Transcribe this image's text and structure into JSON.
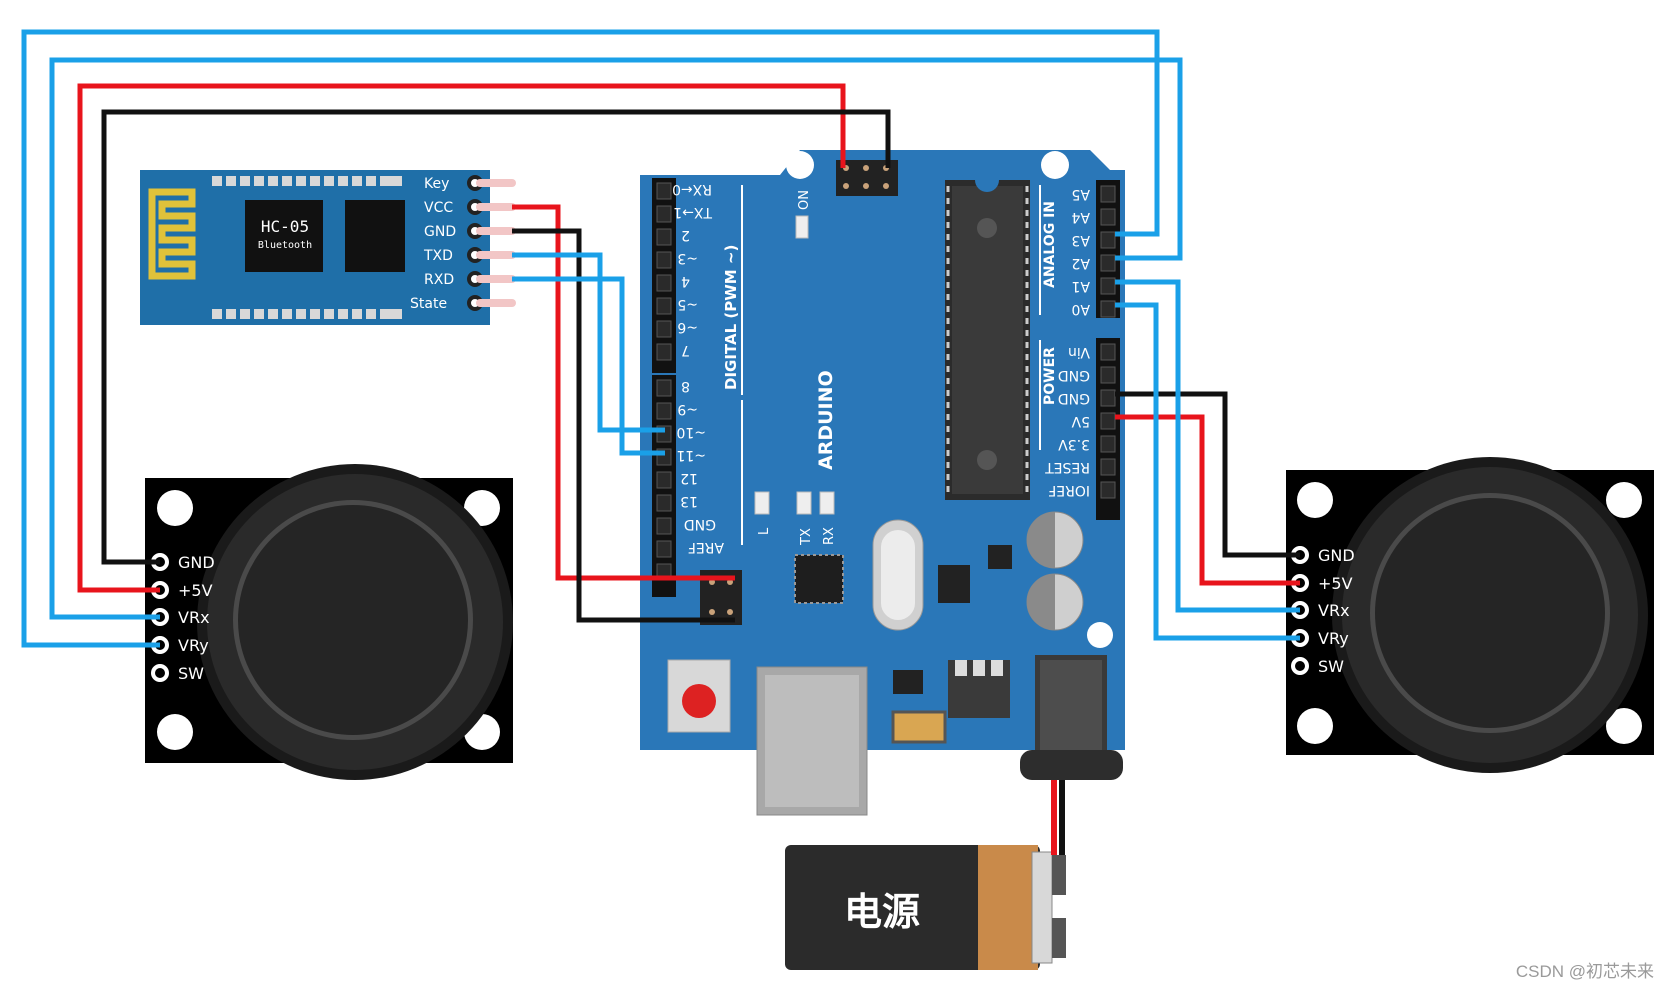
{
  "bt_module": {
    "name": "HC-05",
    "sub": "Bluetooth",
    "pins": [
      "Key",
      "VCC",
      "GND",
      "TXD",
      "RXD",
      "State"
    ]
  },
  "arduino": {
    "brand": "ARDUINO",
    "digital_title": "DIGITAL (PWM ~)",
    "digital_pins": [
      "RX←0",
      "TX→1",
      "2",
      "~3",
      "4",
      "~5",
      "~6",
      "7",
      "8",
      "~9",
      "~10",
      "~11",
      "12",
      "13",
      "GND",
      "AREF"
    ],
    "analog_title": "ANALOG IN",
    "analog_pins": [
      "A5",
      "A4",
      "A3",
      "A2",
      "A1",
      "A0"
    ],
    "power_title": "POWER",
    "power_pins": [
      "Vin",
      "GND",
      "GND",
      "5V",
      "3.3V",
      "RESET",
      "IOREF"
    ],
    "leds": [
      "ON",
      "L",
      "TX",
      "RX"
    ]
  },
  "joystick_left": {
    "pins": [
      "GND",
      "+5V",
      "VRx",
      "VRy",
      "SW"
    ]
  },
  "joystick_right": {
    "pins": [
      "GND",
      "+5V",
      "VRx",
      "VRy",
      "SW"
    ]
  },
  "battery": {
    "label": "电源"
  },
  "watermark": "CSDN @初芯未来",
  "colors": {
    "wire_red": "#e8141c",
    "wire_black": "#111111",
    "wire_blue": "#1aa0e8",
    "board": "#2a77b8",
    "bt_board": "#1f6fa8"
  }
}
